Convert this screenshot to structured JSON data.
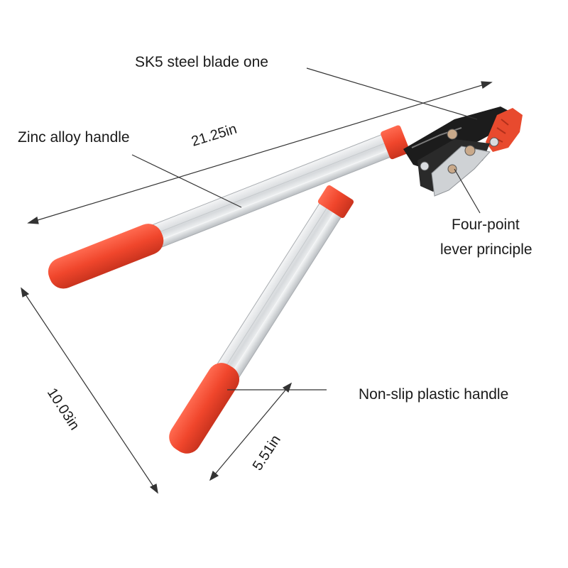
{
  "labels": {
    "blade": "SK5 steel blade one",
    "zinc_handle": "Zinc alloy handle",
    "lever_line1": "Four-point",
    "lever_line2": "lever principle",
    "grip": "Non-slip plastic handle"
  },
  "dimensions": {
    "total_length": "21.25in",
    "open_span": "10.03in",
    "grip_length": "5.51in"
  },
  "colors": {
    "grip_red": "#f0462c",
    "shaft_silver": "#d9dcdf",
    "blade_black": "#1c1c1c",
    "line": "#333333"
  }
}
